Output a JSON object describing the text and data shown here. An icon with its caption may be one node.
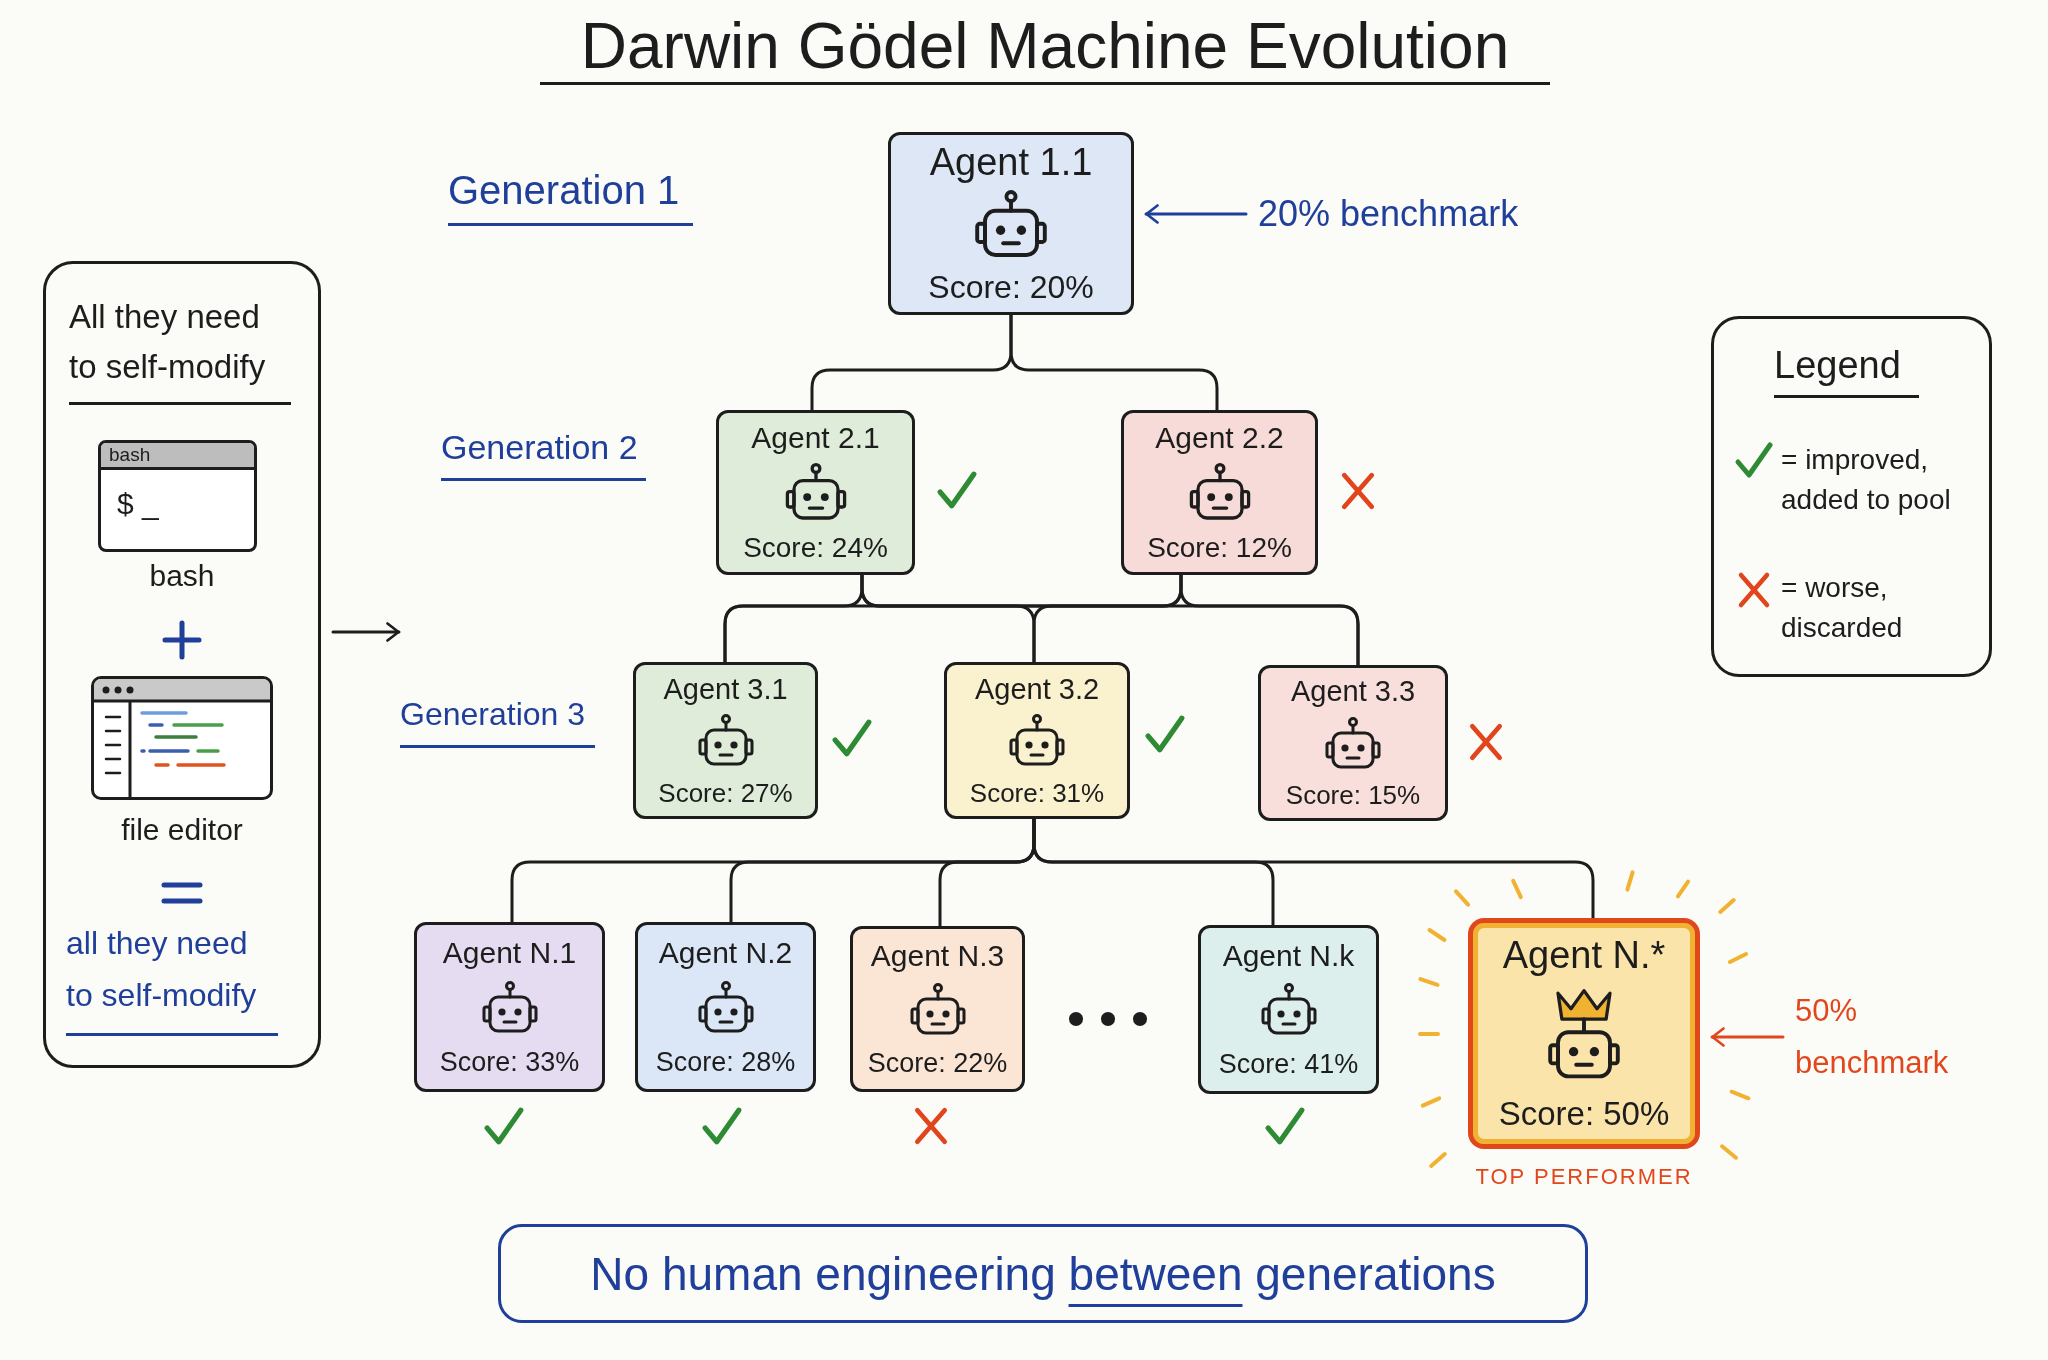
{
  "diagram": {
    "title": "Darwin Gödel Machine Evolution",
    "nodes": [
      {
        "text": [
          "All they need to self-modify",
          "all they need to self-modify"
        ]
      },
      {
        "text": [
          "bash",
          "$ _"
        ],
        "in": 0,
        "beside": [
          "bash"
        ]
      },
      {
        "text": [],
        "shape": "picture",
        "in": 0,
        "beside": [
          "file editor"
        ]
      },
      {
        "text": [
          "Agent 1.1",
          "Score: 20%"
        ]
      },
      {
        "text": [
          "20% benchmark"
        ]
      },
      {
        "text": [
          "Agent 2.1",
          "Score: 24%"
        ]
      },
      {
        "text": [
          "Agent 2.2",
          "Score: 12%"
        ]
      },
      {
        "text": [
          "Agent 3.1",
          "Score: 27%"
        ]
      },
      {
        "text": [
          "Agent 3.2",
          "Score: 31%"
        ]
      },
      {
        "text": [
          "Agent 3.3",
          "Score: 15%"
        ]
      },
      {
        "text": [
          "Agent N.1",
          "Score: 33%"
        ]
      },
      {
        "text": [
          "Agent N.2",
          "Score: 28%"
        ]
      },
      {
        "text": [
          "Agent N.3",
          "Score: 22%"
        ]
      },
      {
        "text": [
          "Agent N.k",
          "Score: 41%"
        ]
      },
      {
        "text": [
          "Agent N.*",
          "Score: 50%"
        ],
        "beside": [
          "TOP PERFORMER"
        ]
      },
      {
        "text": [
          "50% benchmark"
        ]
      },
      {
        "text": [
          "No human engineering between generations"
        ]
      }
    ],
    "edges": [
      {
        "from": 0,
        "to": null,
        "arrow": "to"
      },
      {
        "from": 4,
        "to": 3,
        "arrow": "to",
        "color": "#1f3f9a"
      },
      {
        "from": 3,
        "to": 5,
        "arrow": "none"
      },
      {
        "from": 3,
        "to": 6,
        "arrow": "none"
      },
      {
        "from": 5,
        "to": 7,
        "arrow": "none"
      },
      {
        "from": 5,
        "to": 8,
        "arrow": "none"
      },
      {
        "from": 5,
        "to": 9,
        "arrow": "none"
      },
      {
        "from": 6,
        "to": 7,
        "arrow": "none"
      },
      {
        "from": 6,
        "to": 8,
        "arrow": "none"
      },
      {
        "from": 6,
        "to": 9,
        "arrow": "none"
      },
      {
        "from": 8,
        "to": 10,
        "arrow": "none"
      },
      {
        "from": 8,
        "to": 11,
        "arrow": "none"
      },
      {
        "from": 8,
        "to": 12,
        "arrow": "none"
      },
      {
        "from": 8,
        "to": 13,
        "arrow": "none"
      },
      {
        "from": 8,
        "to": 14,
        "arrow": "none"
      },
      {
        "from": 15,
        "to": 14,
        "arrow": "to",
        "color": "#e2471c"
      }
    ],
    "labels": [
      "Generation 1",
      "Legend",
      "Generation 2",
      "Generation 3"
    ],
    "legend": [
      {
        "text": "= improved, added to pool"
      },
      {
        "text": "= worse, discarded"
      }
    ]
  }
}
